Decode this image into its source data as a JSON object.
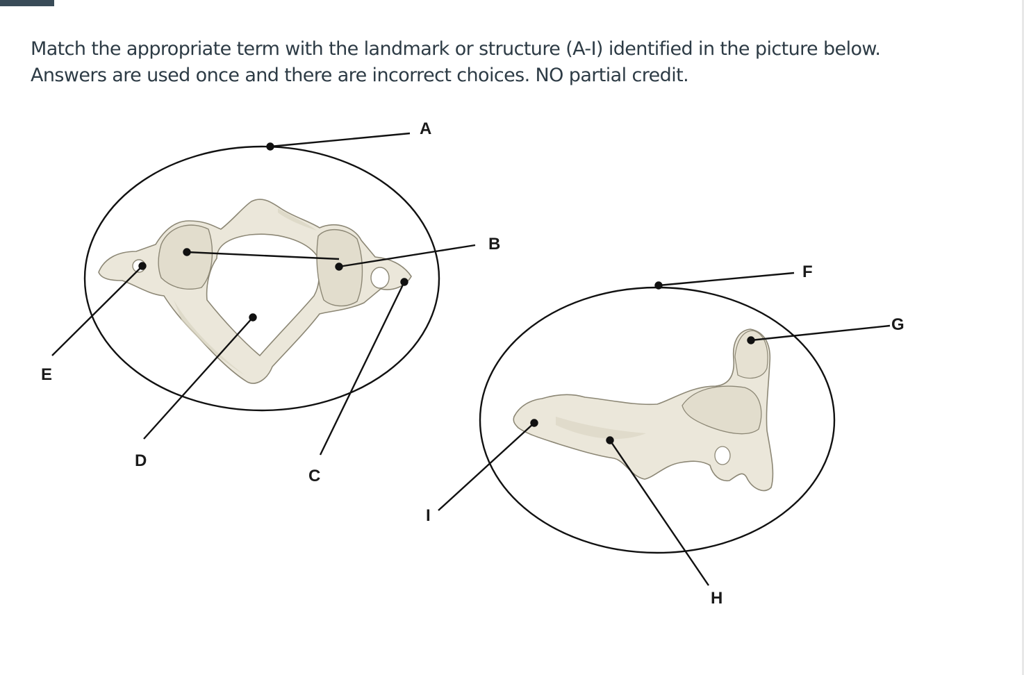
{
  "question": {
    "line1": "Match the appropriate term with the landmark or structure (A-I) identified in the picture below.",
    "line2": "Answers are used once and there are incorrect choices. NO partial credit."
  },
  "figure": {
    "labels": {
      "A": "A",
      "B": "B",
      "C": "C",
      "D": "D",
      "E": "E",
      "F": "F",
      "G": "G",
      "H": "H",
      "I": "I"
    },
    "bone_color": "#ebe7da",
    "bone_outline": "#8c8775",
    "line_color": "#111111"
  }
}
